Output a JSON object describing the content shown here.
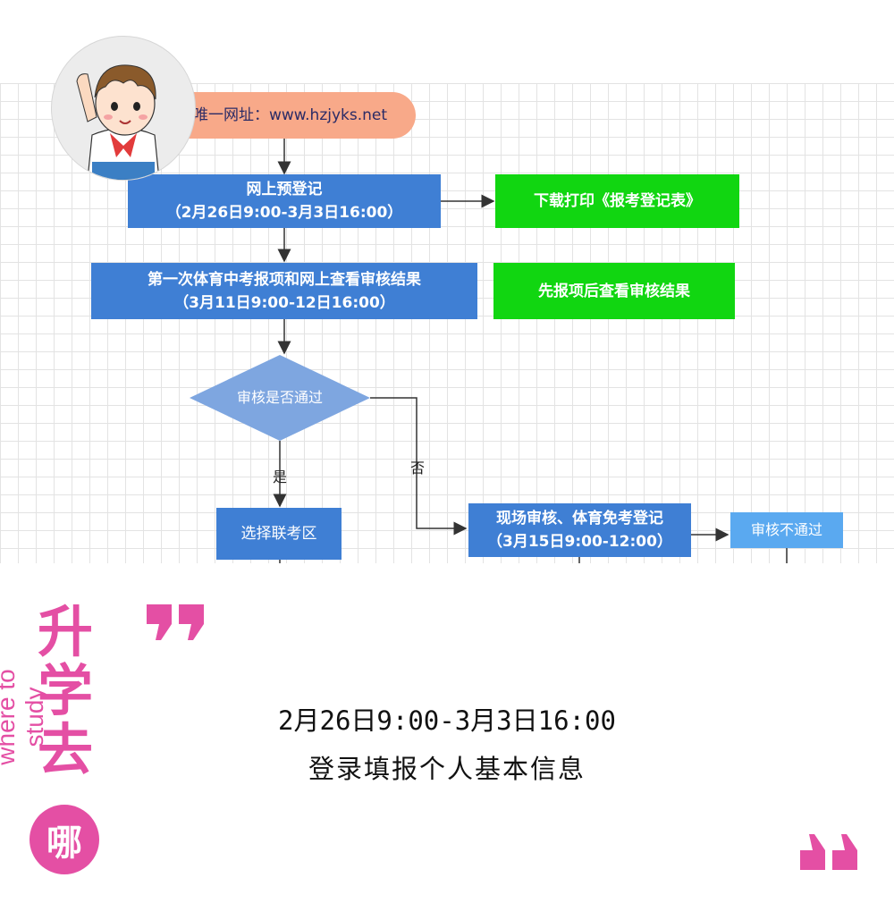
{
  "flowchart": {
    "url_node": "唯一网址：www.hzjyks.net",
    "prereg": {
      "line1": "网上预登记",
      "line2": "（2月26日9:00-3月3日16:00）"
    },
    "download": "下载打印《报考登记表》",
    "sports": {
      "line1": "第一次体育中考报项和网上查看审核结果",
      "line2": "（3月11日9:00-12日16:00）"
    },
    "note": "先报项后查看审核结果",
    "decision": "审核是否通过",
    "yes_label": "是",
    "no_label": "否",
    "choose_area": "选择联考区",
    "onsite": {
      "line1": "现场审核、体育免考登记",
      "line2": "（3月15日9:00-12:00）"
    },
    "fail": "审核不通过"
  },
  "caption": {
    "line1": "2月26日9:00-3月3日16:00",
    "line2": "登录填报个人基本信息"
  },
  "brand": {
    "english": "where to study",
    "chinese_lines": [
      "升",
      "学",
      "去"
    ],
    "bubble": "哪",
    "color": "#e44fa4"
  },
  "colors": {
    "blue_node": "#3f7fd4",
    "green_node": "#11d611",
    "light_blue_node": "#5aa9f0",
    "url_node": "#f8a989",
    "decision": "#7ea6e0"
  }
}
